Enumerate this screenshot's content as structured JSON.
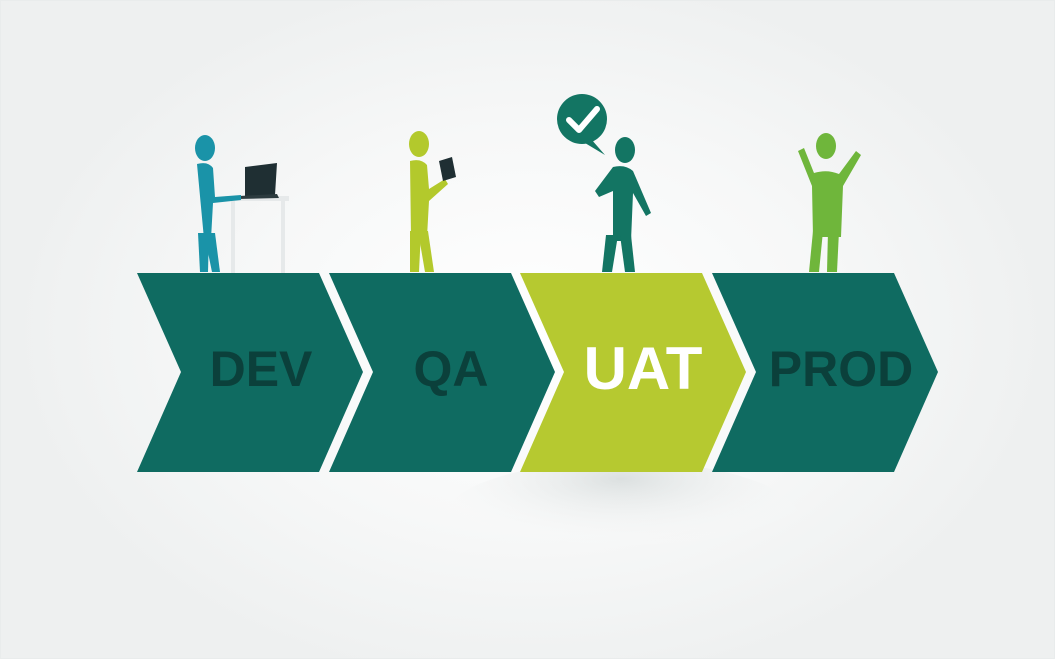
{
  "stages": [
    {
      "label": "DEV",
      "fill": "#0f6b61",
      "text_color": "#0b403b",
      "highlighted": false,
      "person": "person-at-laptop-icon"
    },
    {
      "label": "QA",
      "fill": "#0f6b61",
      "text_color": "#0b403b",
      "highlighted": false,
      "person": "person-with-tablet-icon"
    },
    {
      "label": "UAT",
      "fill": "#b6c930",
      "text_color": "#ffffff",
      "highlighted": true,
      "person": "person-approving-icon"
    },
    {
      "label": "PROD",
      "fill": "#0f6b61",
      "text_color": "#0b403b",
      "highlighted": false,
      "person": "person-celebrating-icon"
    }
  ],
  "colors": {
    "dev_person": "#1a93a8",
    "qa_person": "#b3c92c",
    "uat_person": "#137563",
    "prod_person": "#6fb63b",
    "check_bubble": "#137563"
  }
}
